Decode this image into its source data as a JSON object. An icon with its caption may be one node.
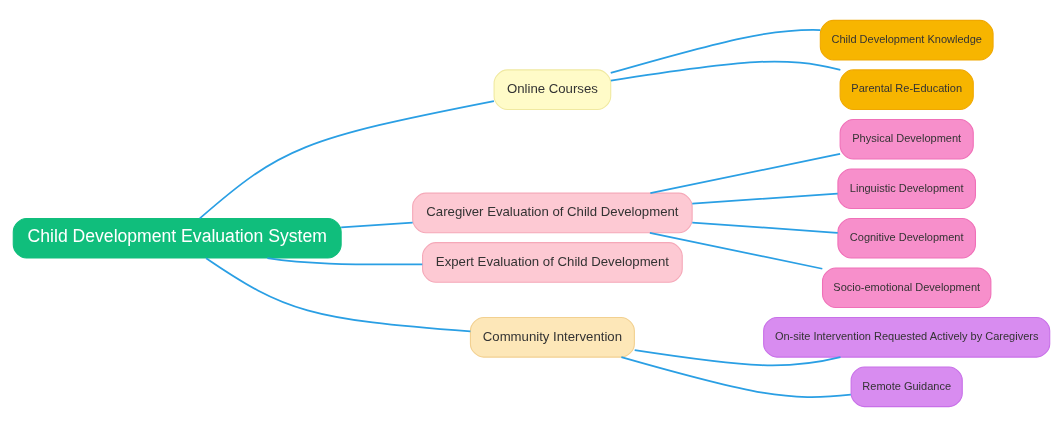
{
  "diagram": {
    "nodes": [
      {
        "text": [
          "Child Development Evaluation System"
        ]
      },
      {
        "text": [
          "Online Courses"
        ]
      },
      {
        "text": [
          "Child Development Knowledge"
        ]
      },
      {
        "text": [
          "Parental Re-Education"
        ]
      },
      {
        "text": [
          "Caregiver Evaluation of Child Development"
        ]
      },
      {
        "text": [
          "Physical Development"
        ]
      },
      {
        "text": [
          "Linguistic Development"
        ]
      },
      {
        "text": [
          "Cognitive Development"
        ]
      },
      {
        "text": [
          "Socio-emotional Development"
        ]
      },
      {
        "text": [
          "Expert Evaluation of Child Development"
        ]
      },
      {
        "text": [
          "Community Intervention"
        ]
      },
      {
        "text": [
          "On-site Intervention Requested Actively by Caregivers"
        ]
      },
      {
        "text": [
          "Remote Guidance"
        ]
      }
    ],
    "edges": [
      {
        "from": 0,
        "to": 1,
        "arrow": "none"
      },
      {
        "from": 1,
        "to": 2,
        "arrow": "none"
      },
      {
        "from": 1,
        "to": 3,
        "arrow": "none"
      },
      {
        "from": 0,
        "to": 4,
        "arrow": "none"
      },
      {
        "from": 4,
        "to": 5,
        "arrow": "none"
      },
      {
        "from": 4,
        "to": 6,
        "arrow": "none"
      },
      {
        "from": 4,
        "to": 7,
        "arrow": "none"
      },
      {
        "from": 4,
        "to": 8,
        "arrow": "none"
      },
      {
        "from": 0,
        "to": 9,
        "arrow": "none"
      },
      {
        "from": 0,
        "to": 10,
        "arrow": "none"
      },
      {
        "from": 10,
        "to": 11,
        "arrow": "none"
      },
      {
        "from": 10,
        "to": 12,
        "arrow": "none"
      }
    ]
  }
}
